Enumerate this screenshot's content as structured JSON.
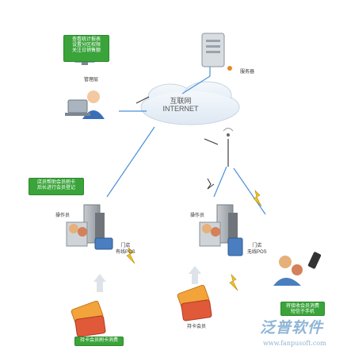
{
  "top_box": {
    "lines": [
      "查看统计报表",
      "设置分区权限",
      "关注日销售额"
    ]
  },
  "manager_label": "管理层",
  "server_label": "服务器",
  "internet": {
    "cn": "互联网",
    "en": "INTERNET"
  },
  "store_box": {
    "lines": [
      "店员帮助会员刷卡",
      "后长进行会员登记"
    ]
  },
  "operator_left": "操作员",
  "operator_right": "操作员",
  "pos_left": {
    "line1": "门店",
    "line2": "有线POS"
  },
  "pos_right": {
    "line1": "门店",
    "line2": "无线POS"
  },
  "card_holder_label": "持卡会员",
  "bottom_left_box": "持卡会员刷卡消费",
  "bottom_right_box": {
    "lines": [
      "将接收会员消费",
      "短信于手机"
    ]
  },
  "brand": {
    "name": "泛普软件",
    "url": "www.fanpusoft.com"
  },
  "colors": {
    "green": "#3aa43a",
    "blue_line": "#4a90d9",
    "brand": "#8fb6d6"
  }
}
